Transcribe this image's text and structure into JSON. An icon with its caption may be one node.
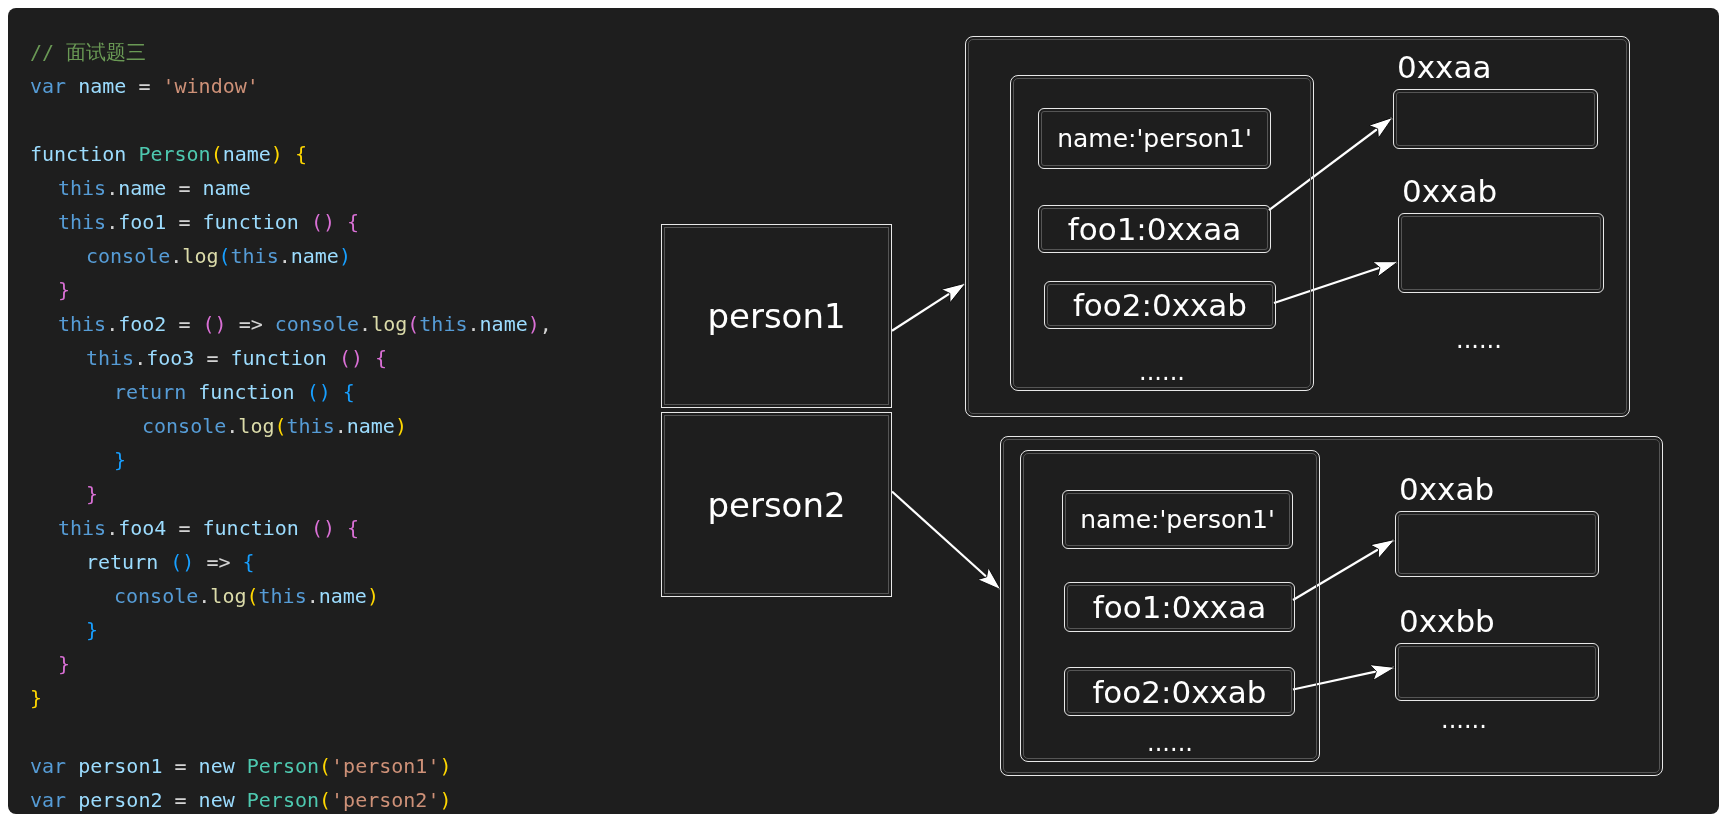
{
  "diagram": {
    "nodes": [
      {
        "text": [
          "person1"
        ]
      },
      {
        "text": [
          "person2"
        ]
      },
      {
        "text": [
          "......"
        ]
      },
      {
        "text": [
          "......"
        ],
        "in": 2
      },
      {
        "text": [
          "name:'person1'"
        ],
        "in": 3
      },
      {
        "text": [
          "foo1:0xxaa"
        ],
        "in": 3
      },
      {
        "text": [
          "foo2:0xxab"
        ],
        "in": 3
      },
      {
        "text": [
          "0xxaa"
        ],
        "in": 2
      },
      {
        "text": [
          "0xxab"
        ],
        "in": 2
      },
      {
        "text": [
          "......"
        ]
      },
      {
        "text": [
          "......"
        ],
        "in": 9
      },
      {
        "text": [
          "name:'person1'"
        ],
        "in": 10
      },
      {
        "text": [
          "foo1:0xxaa"
        ],
        "in": 10
      },
      {
        "text": [
          "foo2:0xxab"
        ],
        "in": 10
      },
      {
        "text": [
          "0xxab"
        ],
        "in": 9
      },
      {
        "text": [
          "0xxbb"
        ],
        "in": 9
      }
    ],
    "edges": [
      {
        "from": 0,
        "to": 2,
        "arrow": "to"
      },
      {
        "from": 5,
        "to": 7,
        "arrow": "to"
      },
      {
        "from": 6,
        "to": 8,
        "arrow": "to"
      },
      {
        "from": 1,
        "to": 9,
        "arrow": "to"
      },
      {
        "from": 12,
        "to": 14,
        "arrow": "to"
      },
      {
        "from": 13,
        "to": 15,
        "arrow": "to"
      }
    ],
    "labels": [
      "// 面试题三",
      "var name = 'window'",
      "function Person(name) {",
      "this.name = name",
      "this.foo1 = function () {",
      "console.log(this.name)",
      "}",
      "this.foo2 = () => console.log(this.name),",
      "this.foo3 = function () {",
      "return function () {",
      "console.log(this.name)",
      "}",
      "}",
      "this.foo4 = function () {",
      "return () => {",
      "console.log(this.name)",
      "}",
      "}",
      "}",
      "var person1 = new Person('person1')",
      "var person2 = new Person('person2')"
    ]
  }
}
